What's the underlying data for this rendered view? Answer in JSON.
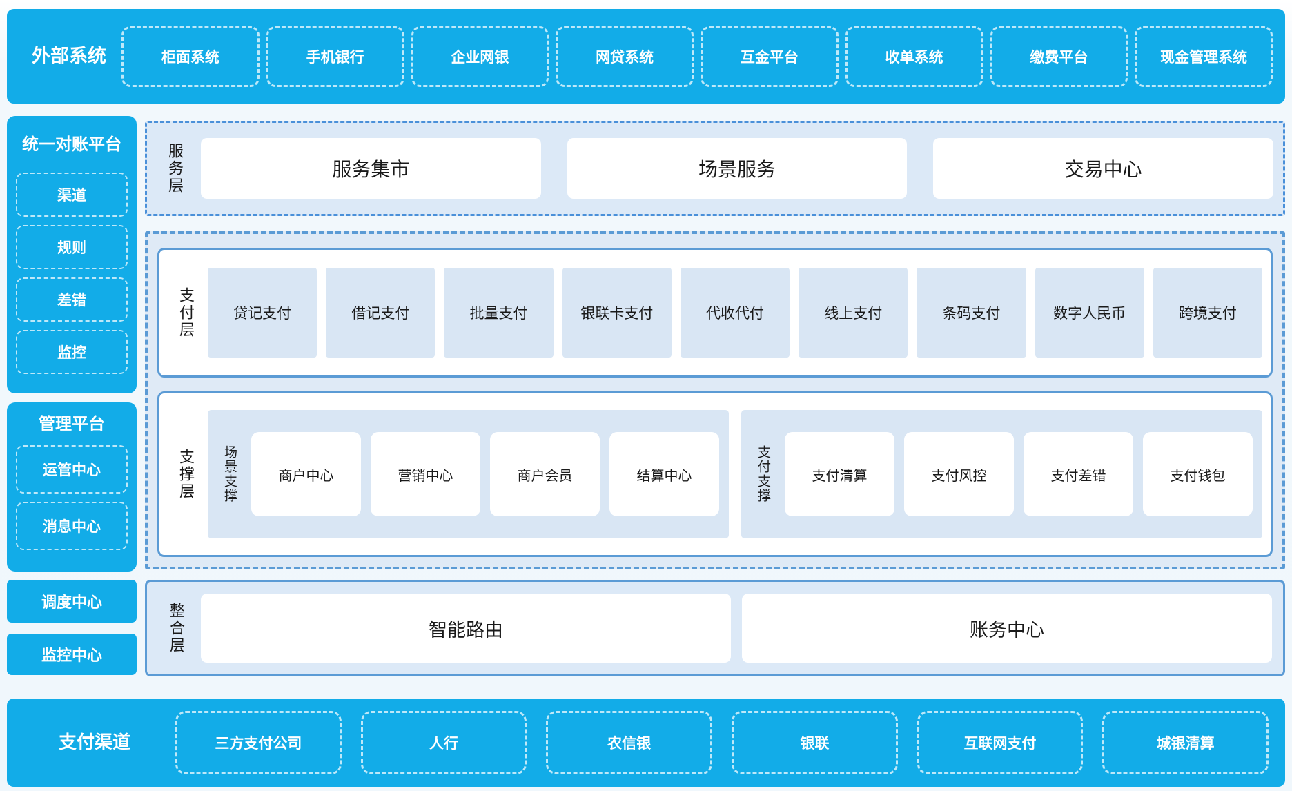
{
  "colors": {
    "brand_blue": "#12ACE8",
    "panel_border": "#5B9BD5",
    "dashdot_border": "#4A90D9",
    "panel_bg": "#DCE9F7",
    "outer_panel_bg": "#DFEAF6",
    "item_bg": "#D9E6F4",
    "box_bg": "#FFFFFF",
    "text_dark": "#1A1A1A"
  },
  "external_systems": {
    "title": "外部系统",
    "items": [
      "柜面系统",
      "手机银行",
      "企业网银",
      "网贷系统",
      "互金平台",
      "收单系统",
      "缴费平台",
      "现金管理系统"
    ]
  },
  "reconciliation_platform": {
    "title": "统一对账平台",
    "items": [
      "渠道",
      "规则",
      "差错",
      "监控"
    ]
  },
  "management_platform": {
    "title": "管理平台",
    "items": [
      "运管中心",
      "消息中心"
    ]
  },
  "side_boxes": {
    "dispatch": "调度中心",
    "monitoring": "监控中心"
  },
  "service_layer": {
    "label": "服务层",
    "items": [
      "服务集市",
      "场景服务",
      "交易中心"
    ]
  },
  "payment_layer": {
    "label": "支付层",
    "items": [
      "贷记支付",
      "借记支付",
      "批量支付",
      "银联卡支付",
      "代收代付",
      "线上支付",
      "条码支付",
      "数字人民币",
      "跨境支付"
    ]
  },
  "support_layer": {
    "label": "支撑层",
    "groups": [
      {
        "label": "场景支撑",
        "items": [
          "商户中心",
          "营销中心",
          "商户会员",
          "结算中心"
        ]
      },
      {
        "label": "支付支撑",
        "items": [
          "支付清算",
          "支付风控",
          "支付差错",
          "支付钱包"
        ]
      }
    ]
  },
  "integration_layer": {
    "label": "整合层",
    "items": [
      "智能路由",
      "账务中心"
    ]
  },
  "payment_channels": {
    "title": "支付渠道",
    "items": [
      "三方支付公司",
      "人行",
      "农信银",
      "银联",
      "互联网支付",
      "城银清算"
    ]
  }
}
